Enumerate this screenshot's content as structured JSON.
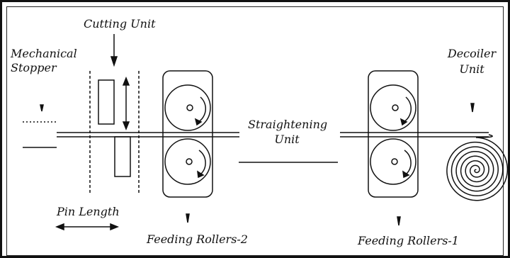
{
  "labels": {
    "cutting_unit": "Cutting Unit",
    "mechanical_stopper": [
      "Mechanical",
      "Stopper"
    ],
    "pin_length": "Pin Length",
    "feeding_rollers_2": "Feeding Rollers-2",
    "straightening_unit": [
      "Straightening",
      "Unit"
    ],
    "feeding_rollers_1": "Feeding Rollers-1",
    "decoiler_unit": [
      "Decoiler",
      "Unit"
    ]
  }
}
